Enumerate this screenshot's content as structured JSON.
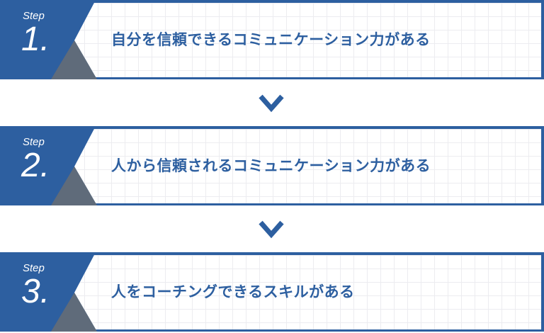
{
  "colors": {
    "accent": "#2d5fa0",
    "gray": "#5f6b7a"
  },
  "steps": [
    {
      "label": "Step",
      "number": "1.",
      "title": "自分を信頼できるコミュニケーション力がある"
    },
    {
      "label": "Step",
      "number": "2.",
      "title": "人から信頼されるコミュニケーション力がある"
    },
    {
      "label": "Step",
      "number": "3.",
      "title": "人をコーチングできるスキルがある"
    }
  ]
}
